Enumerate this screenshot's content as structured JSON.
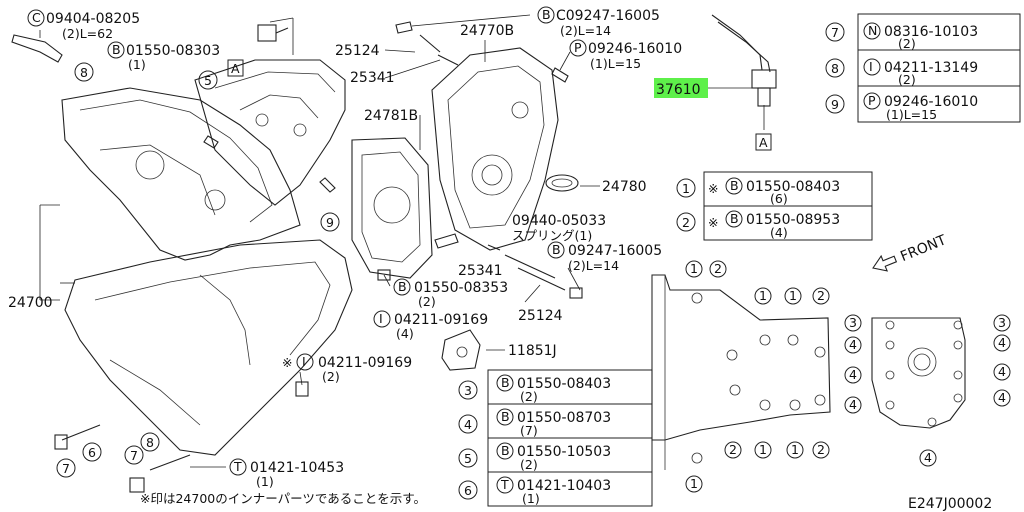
{
  "diagram_id": "E247J00002",
  "callouts": {
    "c09404": {
      "code": "09404-08205",
      "prefix": "C",
      "qty": "(2)L=62"
    },
    "b01550_08303": {
      "code": "01550-08303",
      "prefix": "B",
      "qty": "(1)"
    },
    "p25124a": "25124",
    "p25341a": "25341",
    "p24770b": "24770B",
    "c09247a": {
      "code": "C09247-16005",
      "prefix": "B",
      "qty": "(2)L=14"
    },
    "p09246": {
      "code": "09246-16010",
      "prefix": "P",
      "qty": "(1)L=15"
    },
    "p37610": "37610",
    "p24781b": "24781B",
    "p24780": "24780",
    "p09440": {
      "code": "09440-05033",
      "sub": "スプリング(1)"
    },
    "b09247b": {
      "code": "09247-16005",
      "prefix": "B",
      "qty": "(2)L=14"
    },
    "p25341b": "25341",
    "b01550_08353": {
      "code": "01550-08353",
      "prefix": "B",
      "qty": "(2)"
    },
    "p25124b": "25124",
    "i04211a": {
      "code": "04211-09169",
      "prefix": "I",
      "qty": "(4)"
    },
    "p11851j": "11851J",
    "i04211b": {
      "code": "04211-09169",
      "prefix": "I",
      "qty": "(2)",
      "mark": "※"
    },
    "p24700": "24700",
    "t01421": {
      "code": "01421-10453",
      "prefix": "T",
      "qty": "(1)"
    },
    "footnote": "※印は24700のインナーパーツであることを示す。",
    "front": "FRONT",
    "ref_a": "A"
  },
  "legend_right": [
    {
      "num": "7",
      "prefix": "N",
      "code": "08316-10103",
      "qty": "(2)"
    },
    {
      "num": "8",
      "prefix": "I",
      "code": "04211-13149",
      "qty": "(2)"
    },
    {
      "num": "9",
      "prefix": "P",
      "code": "09246-16010",
      "qty": "(1)L=15"
    }
  ],
  "legend_mid": [
    {
      "num": "1",
      "mark": "※",
      "prefix": "B",
      "code": "01550-08403",
      "qty": "(6)"
    },
    {
      "num": "2",
      "mark": "※",
      "prefix": "B",
      "code": "01550-08953",
      "qty": "(4)"
    }
  ],
  "legend_bottom": [
    {
      "num": "3",
      "prefix": "B",
      "code": "01550-08403",
      "qty": "(2)"
    },
    {
      "num": "4",
      "prefix": "B",
      "code": "01550-08703",
      "qty": "(7)"
    },
    {
      "num": "5",
      "prefix": "B",
      "code": "01550-10503",
      "qty": "(2)"
    },
    {
      "num": "6",
      "prefix": "T",
      "code": "01421-10403",
      "qty": "(1)"
    }
  ],
  "numbers": {
    "n1": "1",
    "n2": "2",
    "n3": "3",
    "n4": "4",
    "n5": "5",
    "n6": "6",
    "n7": "7",
    "n8": "8",
    "n9": "9"
  }
}
